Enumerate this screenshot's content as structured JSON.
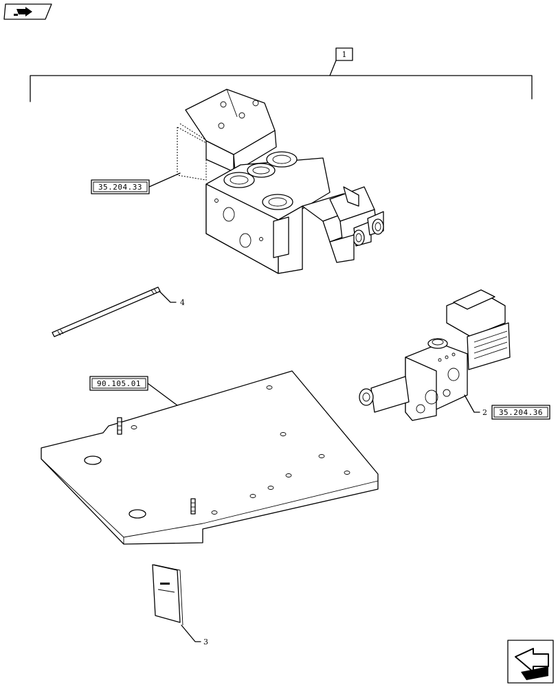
{
  "callouts": {
    "assembly": "1",
    "valve_section": "2",
    "manual": "3",
    "tie_rod": "4"
  },
  "references": {
    "valve_block": "35.204.33",
    "plate": "90.105.01",
    "valve_section": "35.204.36"
  },
  "icons": {
    "top_left": "parts-catalog-nav-icon",
    "bottom_right": "next-page-arrow-icon"
  }
}
